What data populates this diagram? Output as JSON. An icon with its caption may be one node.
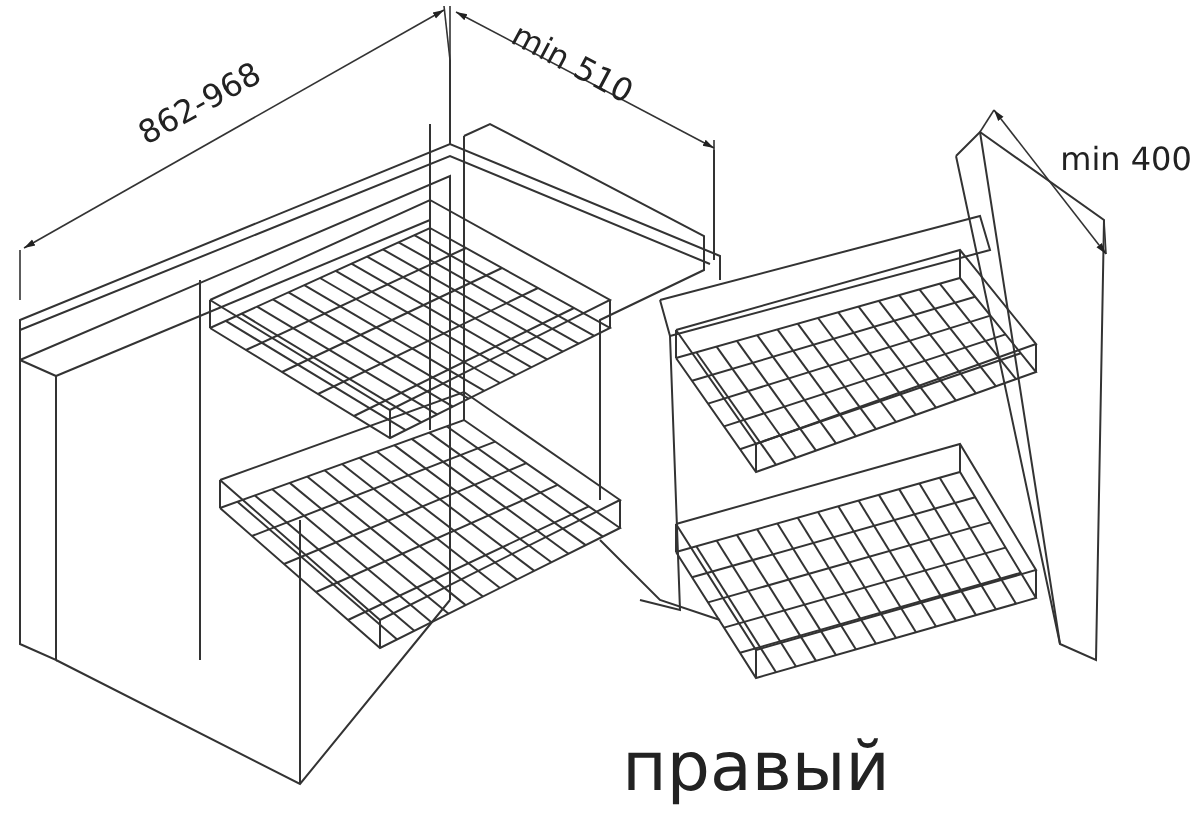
{
  "diagram": {
    "labels": [
      "862-968",
      "min 510",
      "min 400",
      "правый"
    ]
  }
}
